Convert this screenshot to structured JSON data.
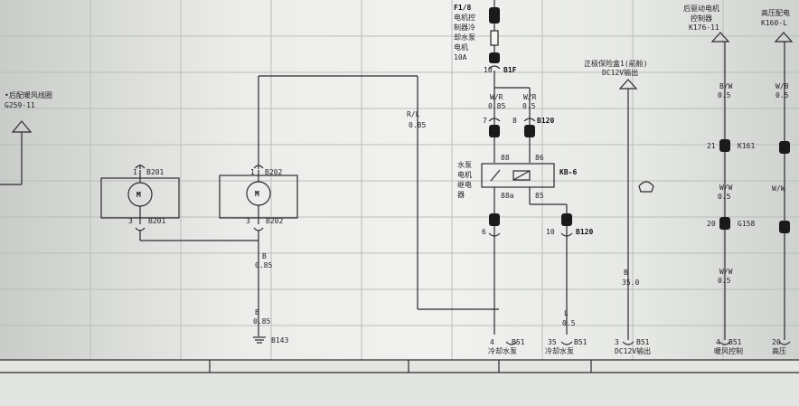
{
  "left_connector": {
    "label": "•后配暖风线圈",
    "code": "G259-11"
  },
  "motors": [
    {
      "symbol": "M",
      "pin_top": "1",
      "top_connector": "B201",
      "pin_bottom": "3",
      "bottom_connector": "B201"
    },
    {
      "symbol": "M",
      "pin_top": "1",
      "top_connector": "B202",
      "pin_bottom": "3",
      "bottom_connector": "B202"
    }
  ],
  "ground": {
    "label": "B143"
  },
  "fuse": {
    "id": "F1/8",
    "desc": [
      "电机控",
      "制器冷",
      "却水泵",
      "电机"
    ],
    "rating": "10A",
    "pin": "10",
    "connector": "B1F"
  },
  "relay": {
    "label": [
      "水泵",
      "电机",
      "继电",
      "器"
    ],
    "code": "KB-6",
    "terminals": [
      "88",
      "86",
      "88a",
      "85"
    ],
    "pin_in_left": "7",
    "pin_in_right": "8",
    "connector_top": "B120",
    "pin_out_left": "6",
    "pin_out_right": "10",
    "connector_bottom": "B120"
  },
  "dc_output": {
    "label": "正极保险盒1(前舱)",
    "value": "DC12V输出"
  },
  "controllers": [
    {
      "label": [
        "后驱动电机",
        "控制器"
      ],
      "code": "K176-11",
      "pins": [
        "21",
        "20"
      ],
      "conn": [
        "K161",
        "G158"
      ]
    },
    {
      "label": [
        "高压配电"
      ],
      "code": "K160-L"
    }
  ],
  "wires": {
    "gnd_upper": {
      "color": "B",
      "gauge": "0.85"
    },
    "gnd_lower": {
      "color": "B",
      "gauge": "0.85"
    },
    "rl": {
      "color": "R/L",
      "gauge": "0.85"
    },
    "wr_left": {
      "color": "W/R",
      "gauge": "0.85"
    },
    "wr_right": {
      "color": "W/R",
      "gauge": "0.5"
    },
    "l": {
      "color": "L",
      "gauge": "0.5"
    },
    "b35": {
      "color": "B",
      "gauge": "35.0"
    },
    "c1a": {
      "color": "B/W",
      "gauge": "0.5"
    },
    "c1b": {
      "color": "W/W",
      "gauge": "0.5"
    },
    "c1c": {
      "color": "W/W",
      "gauge": "0.5"
    },
    "c2a": {
      "color": "W/B",
      "gauge": "0.5"
    },
    "c2b": {
      "color": "W/W"
    }
  },
  "bottom_row": [
    {
      "pin": "4",
      "code": "B51",
      "desc": "冷却水泵"
    },
    {
      "pin": "35",
      "code": "B51",
      "desc": "冷却水泵"
    },
    {
      "pin": "3",
      "code": "B51",
      "desc": "DC12V输出"
    },
    {
      "pin": "4",
      "code": "B51",
      "desc": "暖风控制"
    },
    {
      "pin": "20",
      "desc": "高压"
    }
  ]
}
